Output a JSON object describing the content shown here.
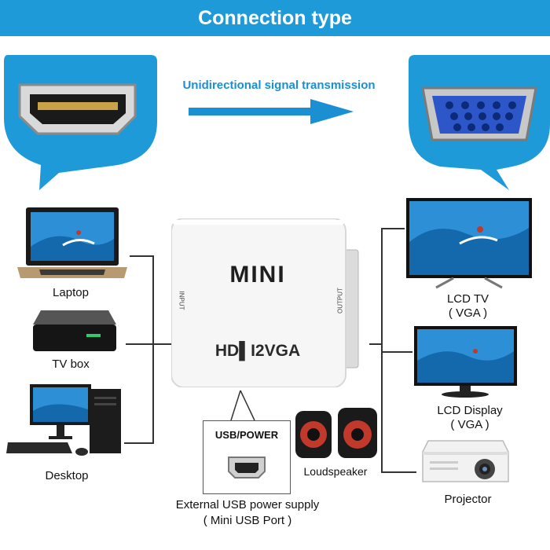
{
  "header": {
    "title": "Connection type"
  },
  "signal": {
    "text": "Unidirectional signal transmission"
  },
  "inputs": [
    {
      "label": "Laptop"
    },
    {
      "label": "TV box"
    },
    {
      "label": "Desktop"
    }
  ],
  "adapter": {
    "top_text": "MINI",
    "bottom_text": "HD▌I2VGA",
    "input_label": "INPUT",
    "output_label": "OUTPUT"
  },
  "power": {
    "port_label": "USB/POWER",
    "caption_line1": "External USB power supply",
    "caption_line2": "( Mini USB Port )"
  },
  "speaker": {
    "label": "Loudspeaker"
  },
  "outputs": [
    {
      "label_line1": "LCD TV",
      "label_line2": "( VGA )"
    },
    {
      "label_line1": "LCD Display",
      "label_line2": "( VGA )"
    },
    {
      "label_line1": "Projector",
      "label_line2": ""
    }
  ],
  "colors": {
    "accent": "#1f9ad8",
    "arrow": "#1a8fd1",
    "vga": "#2d56c9"
  }
}
